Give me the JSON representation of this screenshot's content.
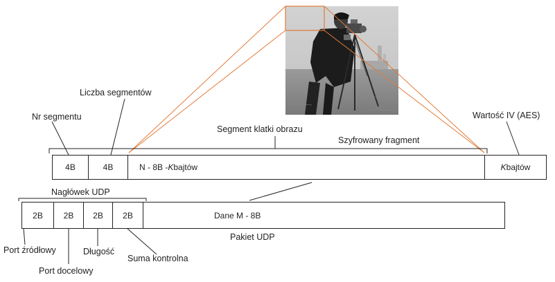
{
  "image": {
    "alt": "cameraman"
  },
  "labels": {
    "nr_segmentu": "Nr segmentu",
    "liczba_segmentow": "Liczba segmentów",
    "segment_klatki": "Segment klatki obrazu",
    "szyfrowany_fragment": "Szyfrowany fragment",
    "wartosc_iv": "Wartość IV (AES)",
    "naglowek_udp": "Nagłówek UDP",
    "pakiet_udp": "Pakiet UDP",
    "port_zrodlowy": "Port źródłowy",
    "port_docelowy": "Port docelowy",
    "dlugosc": "Długość",
    "suma_kontrolna": "Suma kontrolna"
  },
  "segment_row": {
    "cell_nr": "4B",
    "cell_liczba": "4B",
    "payload_prefix": "N - 8B - ",
    "payload_var": "K",
    "payload_suffix": " bajtów",
    "iv_var": "K",
    "iv_suffix": " bajtów"
  },
  "udp_row": {
    "src_port": "2B",
    "dst_port": "2B",
    "length": "2B",
    "checksum": "2B",
    "data": "Dane M - 8B"
  },
  "colors": {
    "zoom_lines": "#e07b39",
    "stroke": "#222222"
  }
}
